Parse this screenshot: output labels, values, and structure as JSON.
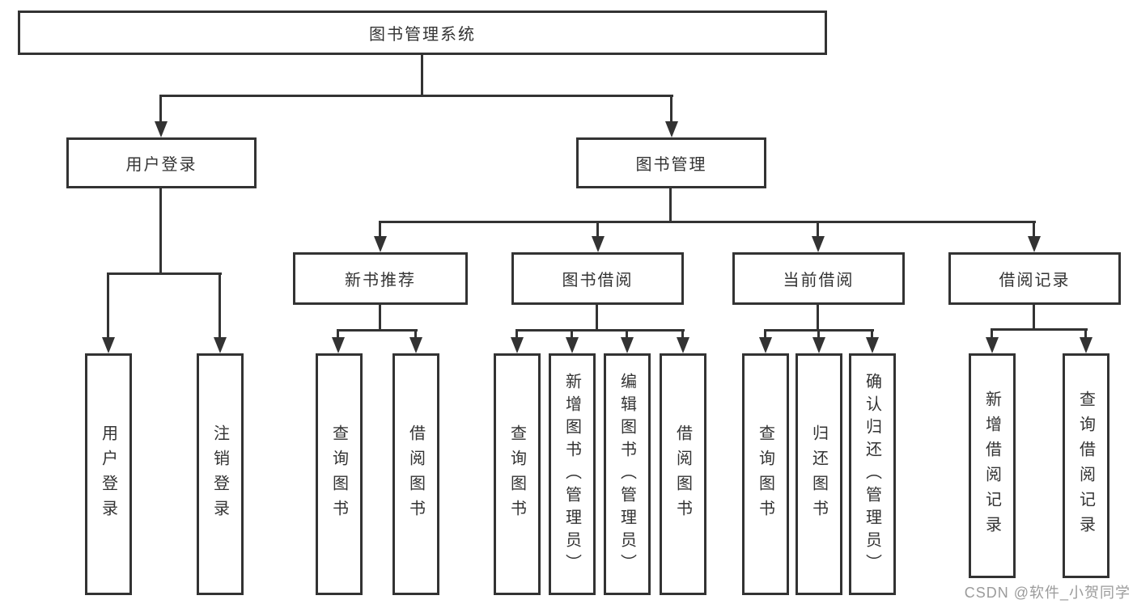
{
  "diagram": {
    "root": {
      "label": "图书管理系统"
    },
    "branches": [
      {
        "label": "用户登录",
        "children": [
          {
            "label": "用户登录"
          },
          {
            "label": "注销登录"
          }
        ]
      },
      {
        "label": "图书管理",
        "children": [
          {
            "label": "新书推荐",
            "children": [
              {
                "label": "查询图书"
              },
              {
                "label": "借阅图书"
              }
            ]
          },
          {
            "label": "图书借阅",
            "children": [
              {
                "label": "查询图书"
              },
              {
                "label": "新增图书（管理员）"
              },
              {
                "label": "编辑图书（管理员）"
              },
              {
                "label": "借阅图书"
              }
            ]
          },
          {
            "label": "当前借阅",
            "children": [
              {
                "label": "查询图书"
              },
              {
                "label": "归还图书"
              },
              {
                "label": "确认归还（管理员）"
              }
            ]
          },
          {
            "label": "借阅记录",
            "children": [
              {
                "label": "新增借阅记录"
              },
              {
                "label": "查询借阅记录"
              }
            ]
          }
        ]
      }
    ]
  },
  "watermark": {
    "text": "CSDN @软件_小贺同学"
  },
  "colors": {
    "line": "#333333",
    "text": "#333333",
    "watermark": "#9b9b9b",
    "background": "#ffffff"
  }
}
